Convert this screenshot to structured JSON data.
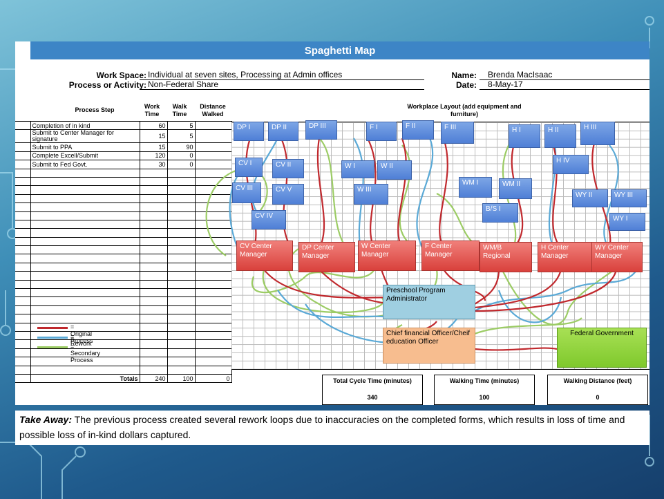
{
  "title": "Spaghetti Map",
  "meta": {
    "work_space_label": "Work Space:",
    "work_space_value": "Individual at seven sites, Processing at Admin offices",
    "process_label": "Process or Activity:",
    "process_value": "Non-Federal Share",
    "name_label": "Name:",
    "name_value": "Brenda MacIsaac",
    "date_label": "Date:",
    "date_value": "8-May-17"
  },
  "table_headers": {
    "process_step": "Process Step",
    "work_time": "Work Time",
    "walk_time": "Walk Time",
    "distance": "Distance Walked",
    "workplace": "Workplace Layout (add equipment and furniture)"
  },
  "steps": [
    {
      "step": "Completion of in kind",
      "work": "60",
      "walk": "5",
      "dist": ""
    },
    {
      "step": "Submit to Center Manager for signature",
      "work": "15",
      "walk": "5",
      "dist": ""
    },
    {
      "step": "Submit to PPA",
      "work": "15",
      "walk": "90",
      "dist": ""
    },
    {
      "step": "Complete Excell/Submit",
      "work": "120",
      "walk": "0",
      "dist": ""
    },
    {
      "step": "Submit to Fed Govt.",
      "work": "30",
      "walk": "0",
      "dist": ""
    }
  ],
  "totals": {
    "label": "Totals",
    "work": "240",
    "walk": "100",
    "dist": "0"
  },
  "legend": [
    {
      "label": "= Original Process",
      "color": "#c0282d"
    },
    {
      "label": "= Rework",
      "color": "#5aa9d6"
    },
    {
      "label": "= Secondary Process",
      "color": "#9ccc65"
    }
  ],
  "stations": [
    "DP I",
    "DP II",
    "DP III",
    "F I",
    "F II",
    "F III",
    "H I",
    "H II",
    "H III",
    "CV I",
    "CV II",
    "W I",
    "W II",
    "H IV",
    "CV III",
    "CV V",
    "W III",
    "WM I",
    "WM II",
    "WY II",
    "WY III",
    "B/S I",
    "CV IV",
    "WY I"
  ],
  "managers": [
    "CV Center Manager",
    "DP Center Manager",
    "W Center Manager",
    "F Center Manager",
    "WM/B Regional",
    "H Center Manager",
    "WY Center Manager"
  ],
  "admin": "Preschool Program Administrator",
  "cfo": "Chief financial Officer/Cheif education Officer",
  "federal": "Federal Government",
  "summary": [
    {
      "label": "Total Cycle Time (minutes)",
      "value": "340"
    },
    {
      "label": "Walking Time (minutes)",
      "value": "100"
    },
    {
      "label": "Walking Distance (feet)",
      "value": "0"
    }
  ],
  "takeaway": {
    "lead": "Take Away:",
    "text": " The previous process created several rework loops due to inaccuracies on the completed forms, which results in loss of time and possible loss of in-kind dollars captured."
  },
  "colors": {
    "band": "#3d85c6",
    "station": "#5b8bdc",
    "manager": "#e05550",
    "admin": "#9fcfe1",
    "cfo": "#f7bd8f",
    "federal": "#8fd13d"
  }
}
